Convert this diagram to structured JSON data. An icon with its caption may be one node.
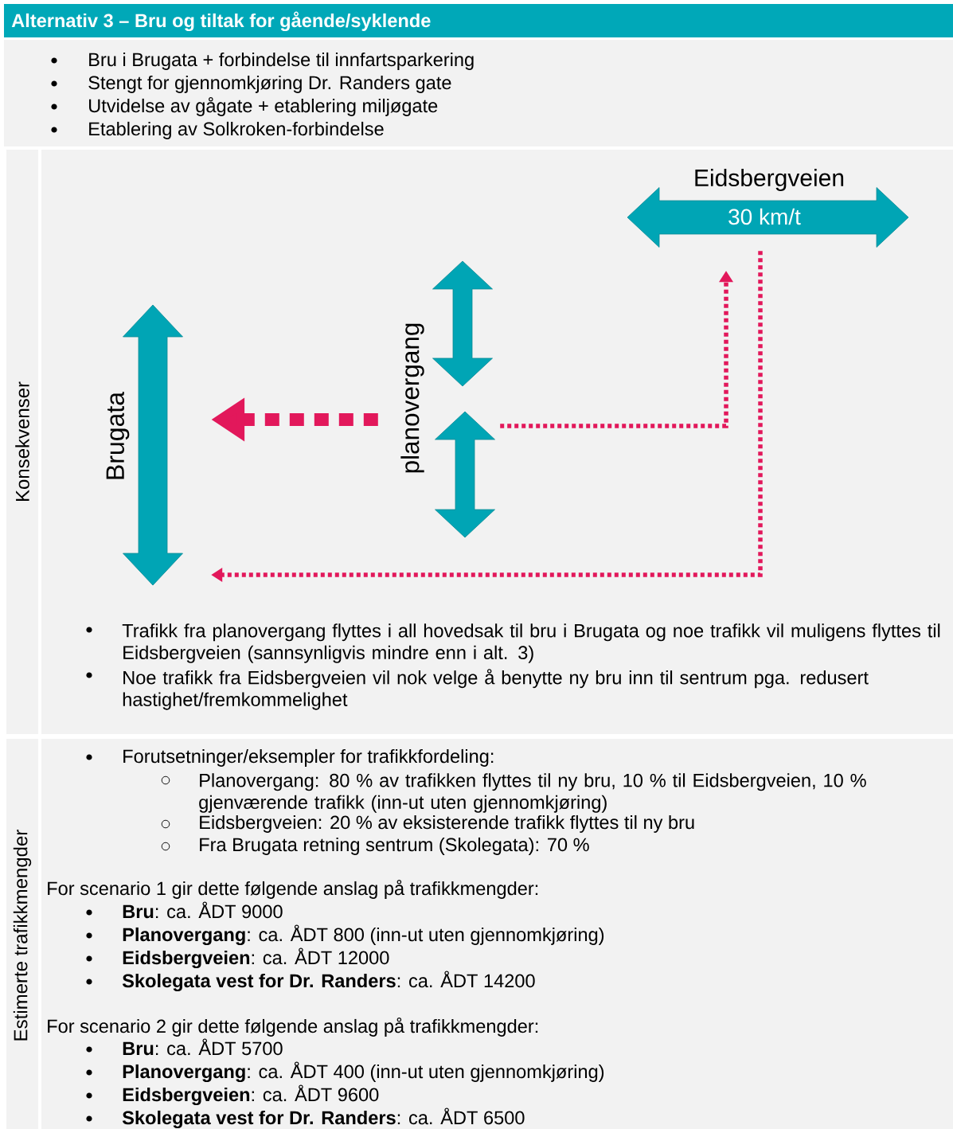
{
  "diagram": {
    "title": "Alternativ 3 – Bru og tiltak for gående/syklende",
    "nodes": [
      {
        "text": [
          "Brugata"
        ]
      },
      {
        "text": [
          "planovergang"
        ]
      },
      {
        "text": [
          "Eidsbergveien",
          "30 km/t"
        ]
      }
    ],
    "edges": [
      {
        "from": 1,
        "to": 0,
        "arrow": "to",
        "style": "dashed"
      },
      {
        "from": 1,
        "to": 2,
        "arrow": "to",
        "style": "dashed"
      },
      {
        "from": 2,
        "to": 0,
        "arrow": "to",
        "style": "dashed"
      }
    ],
    "labels": [
      "Bru i Brugata + forbindelse til innfartsparkering",
      "Stengt for gjennomkjøring Dr. Randers gate",
      "Utvidelse av gågate + etablering miljøgate",
      "Etablering av Solkroken-forbindelse",
      "Konsekvenser",
      "Trafikk fra planovergang flyttes i all hovedsak til bru i Brugata og noe trafikk vil muligens flyttes til Eidsbergveien (sannsynligvis mindre enn i alt. 3)",
      "Noe trafikk fra Eidsbergveien vil nok velge å benytte ny bru inn til sentrum pga. redusert hastighet/fremkommelighet",
      "Estimerte trafikkmengder",
      "Forutsetninger/eksempler for trafikkfordeling:",
      "Planovergang: 80 % av trafikken flyttes til ny bru, 10 % til Eidsbergveien, 10 % gjenværende trafikk (inn-ut uten gjennomkjøring)",
      "Eidsbergveien: 20 % av eksisterende trafikk flyttes til ny bru",
      "Fra Brugata retning sentrum (Skolegata): 70 %",
      "For scenario 1 gir dette følgende anslag på trafikkmengder:",
      "**Bru**: ca. ÅDT 9000",
      "**Planovergang**: ca. ÅDT 800 (inn-ut uten gjennomkjøring)",
      "**Eidsbergveien**: ca. ÅDT 12000",
      "**Skolegata vest for Dr. Randers**: ca. ÅDT 14200",
      "For scenario 2 gir dette følgende anslag på trafikkmengder:",
      "**Bru**: ca. ÅDT 5700",
      "**Planovergang**: ca. ÅDT 400 (inn-ut uten gjennomkjøring)",
      "**Eidsbergveien**: ca. ÅDT 9600",
      "**Skolegata vest for Dr. Randers**: ca. ÅDT 6500"
    ]
  }
}
